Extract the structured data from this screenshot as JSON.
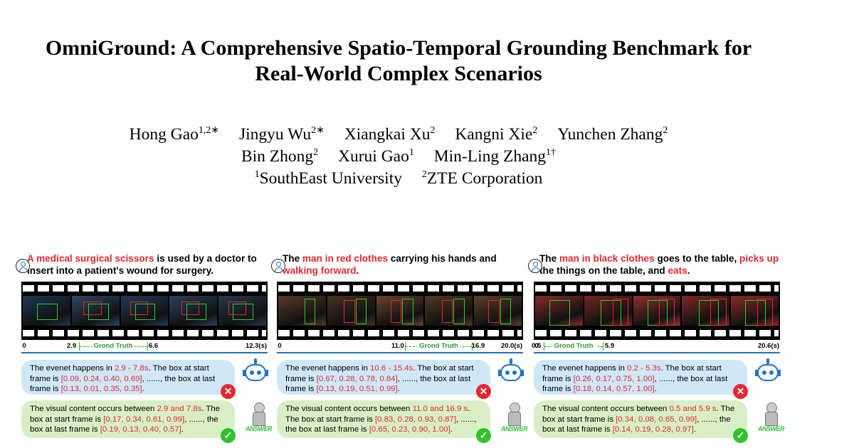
{
  "paper": {
    "title_line1": "OmniGround: A Comprehensive Spatio-Temporal Grounding Benchmark for",
    "title_line2": "Real-World Complex Scenarios",
    "authors_row1": [
      {
        "name": "Hong Gao",
        "sup": "1,2∗"
      },
      {
        "name": "Jingyu Wu",
        "sup": "2∗"
      },
      {
        "name": "Xiangkai Xu",
        "sup": "2"
      },
      {
        "name": "Kangni Xie",
        "sup": "2"
      },
      {
        "name": "Yunchen Zhang",
        "sup": "2"
      }
    ],
    "authors_row2": [
      {
        "name": "Bin Zhong",
        "sup": "2"
      },
      {
        "name": "Xurui Gao",
        "sup": "1"
      },
      {
        "name": "Min-Ling Zhang",
        "sup": "1†"
      }
    ],
    "affiliations": [
      {
        "sup": "1",
        "name": "SouthEast University"
      },
      {
        "sup": "2",
        "name": "ZTE Corporation"
      }
    ]
  },
  "figure": {
    "answer_badge_text": "ANSWER",
    "gt_label": "Grond Truth",
    "panels": [
      {
        "query": [
          {
            "t": "A medical surgical scissors",
            "hl": true
          },
          {
            "t": " is used by a doctor to insert into a patient's wound for surgery.",
            "hl": false
          }
        ],
        "ticks": [
          "0",
          "2.9",
          "6.6",
          "12.3(s)"
        ],
        "tick_values": [
          0,
          2.9,
          6.6,
          12.3
        ],
        "gt_range": [
          2.9,
          6.6
        ],
        "frame_colors": [
          "#1d3a55",
          "#2a4a66",
          "#1f3d5a",
          "#28445e",
          "#223b52"
        ],
        "prediction": {
          "pre": "The evenet happens in ",
          "time": "2.9 - 7.8s",
          "mid": ". The box at start frame is ",
          "start_box": "[0.09, 0.24, 0.40, 0.69]",
          "mid2": ", ......, the box at last frame is ",
          "end_box": "[0.13, 0.01, 0.35, 0.35]",
          "post": "."
        },
        "answer": {
          "pre": "The visual content occurs between ",
          "time": "2.9 and 7.8s",
          "mid": ". The box at start frame is ",
          "start_box": "[0.17, 0.34, 0.61, 0.99]",
          "mid2": ", ......, the box at last frame is ",
          "end_box": "[0.19, 0.13, 0.40, 0.57]",
          "post": "."
        }
      },
      {
        "query": [
          {
            "t": "The ",
            "hl": false
          },
          {
            "t": "man in red clothes",
            "hl": true
          },
          {
            "t": " carrying his hands and ",
            "hl": false
          },
          {
            "t": "walking forward",
            "hl": true
          },
          {
            "t": ".",
            "hl": false
          }
        ],
        "ticks": [
          "0",
          "11.0",
          "16.9",
          "20.0(s)"
        ],
        "tick_values": [
          0,
          11.0,
          16.9,
          20.0
        ],
        "gt_range": [
          11.0,
          16.9
        ],
        "frame_colors": [
          "#5a3a2a",
          "#4a3020",
          "#6a4430",
          "#533826",
          "#5e3f2c"
        ],
        "prediction": {
          "pre": "The evenet happens in ",
          "time": "10.6 - 15.4s",
          "mid": ". The box at start frame is ",
          "start_box": "[0.67, 0.28, 0.78, 0.84]",
          "mid2": ", ......, the box at last frame is ",
          "end_box": "[0.13, 0.19, 0.51, 0.99]",
          "post": "."
        },
        "answer": {
          "pre": "The visual content occurs between ",
          "time": "11.0 and 16.9 s",
          "mid": ". The box at start frame is ",
          "start_box": "[0.83, 0.28, 0.93, 0.87]",
          "mid2": ", ......, the box at last frame is ",
          "end_box": "[0.65, 0.23, 0.90, 1.00]",
          "post": "."
        }
      },
      {
        "query": [
          {
            "t": "The ",
            "hl": false
          },
          {
            "t": "man in black clothes",
            "hl": true
          },
          {
            "t": " goes to the table, ",
            "hl": false
          },
          {
            "t": "picks up",
            "hl": true
          },
          {
            "t": " the things on the table, and ",
            "hl": false
          },
          {
            "t": "eats",
            "hl": true
          },
          {
            "t": ".",
            "hl": false
          }
        ],
        "ticks": [
          "0",
          "0.5",
          "5.9",
          "20.6(s)"
        ],
        "tick_values": [
          0,
          0.5,
          5.9,
          20.6
        ],
        "gt_range": [
          0.5,
          5.9
        ],
        "frame_colors": [
          "#8a2a2a",
          "#7a2424",
          "#93302e",
          "#7f2828",
          "#8c2c2a"
        ],
        "prediction": {
          "pre": "The evenet happens in ",
          "time": "0.2 - 5.3s",
          "mid": ". The box at start frame is ",
          "start_box": "[0.26, 0.17, 0.75, 1.00]",
          "mid2": ", ......, the box at last frame is ",
          "end_box": "[0.18, 0.14, 0.57, 1.00]",
          "post": "."
        },
        "answer": {
          "pre": "The visual content occurs between ",
          "time": "0.5 and 5.9 s",
          "mid": ". The box at start frame is ",
          "start_box": "[0.34, 0.08, 0.65, 0.99]",
          "mid2": ", ......, the box at last frame is ",
          "end_box": "[0.14, 0.19, 0.28, 0.97]",
          "post": "."
        }
      }
    ]
  }
}
